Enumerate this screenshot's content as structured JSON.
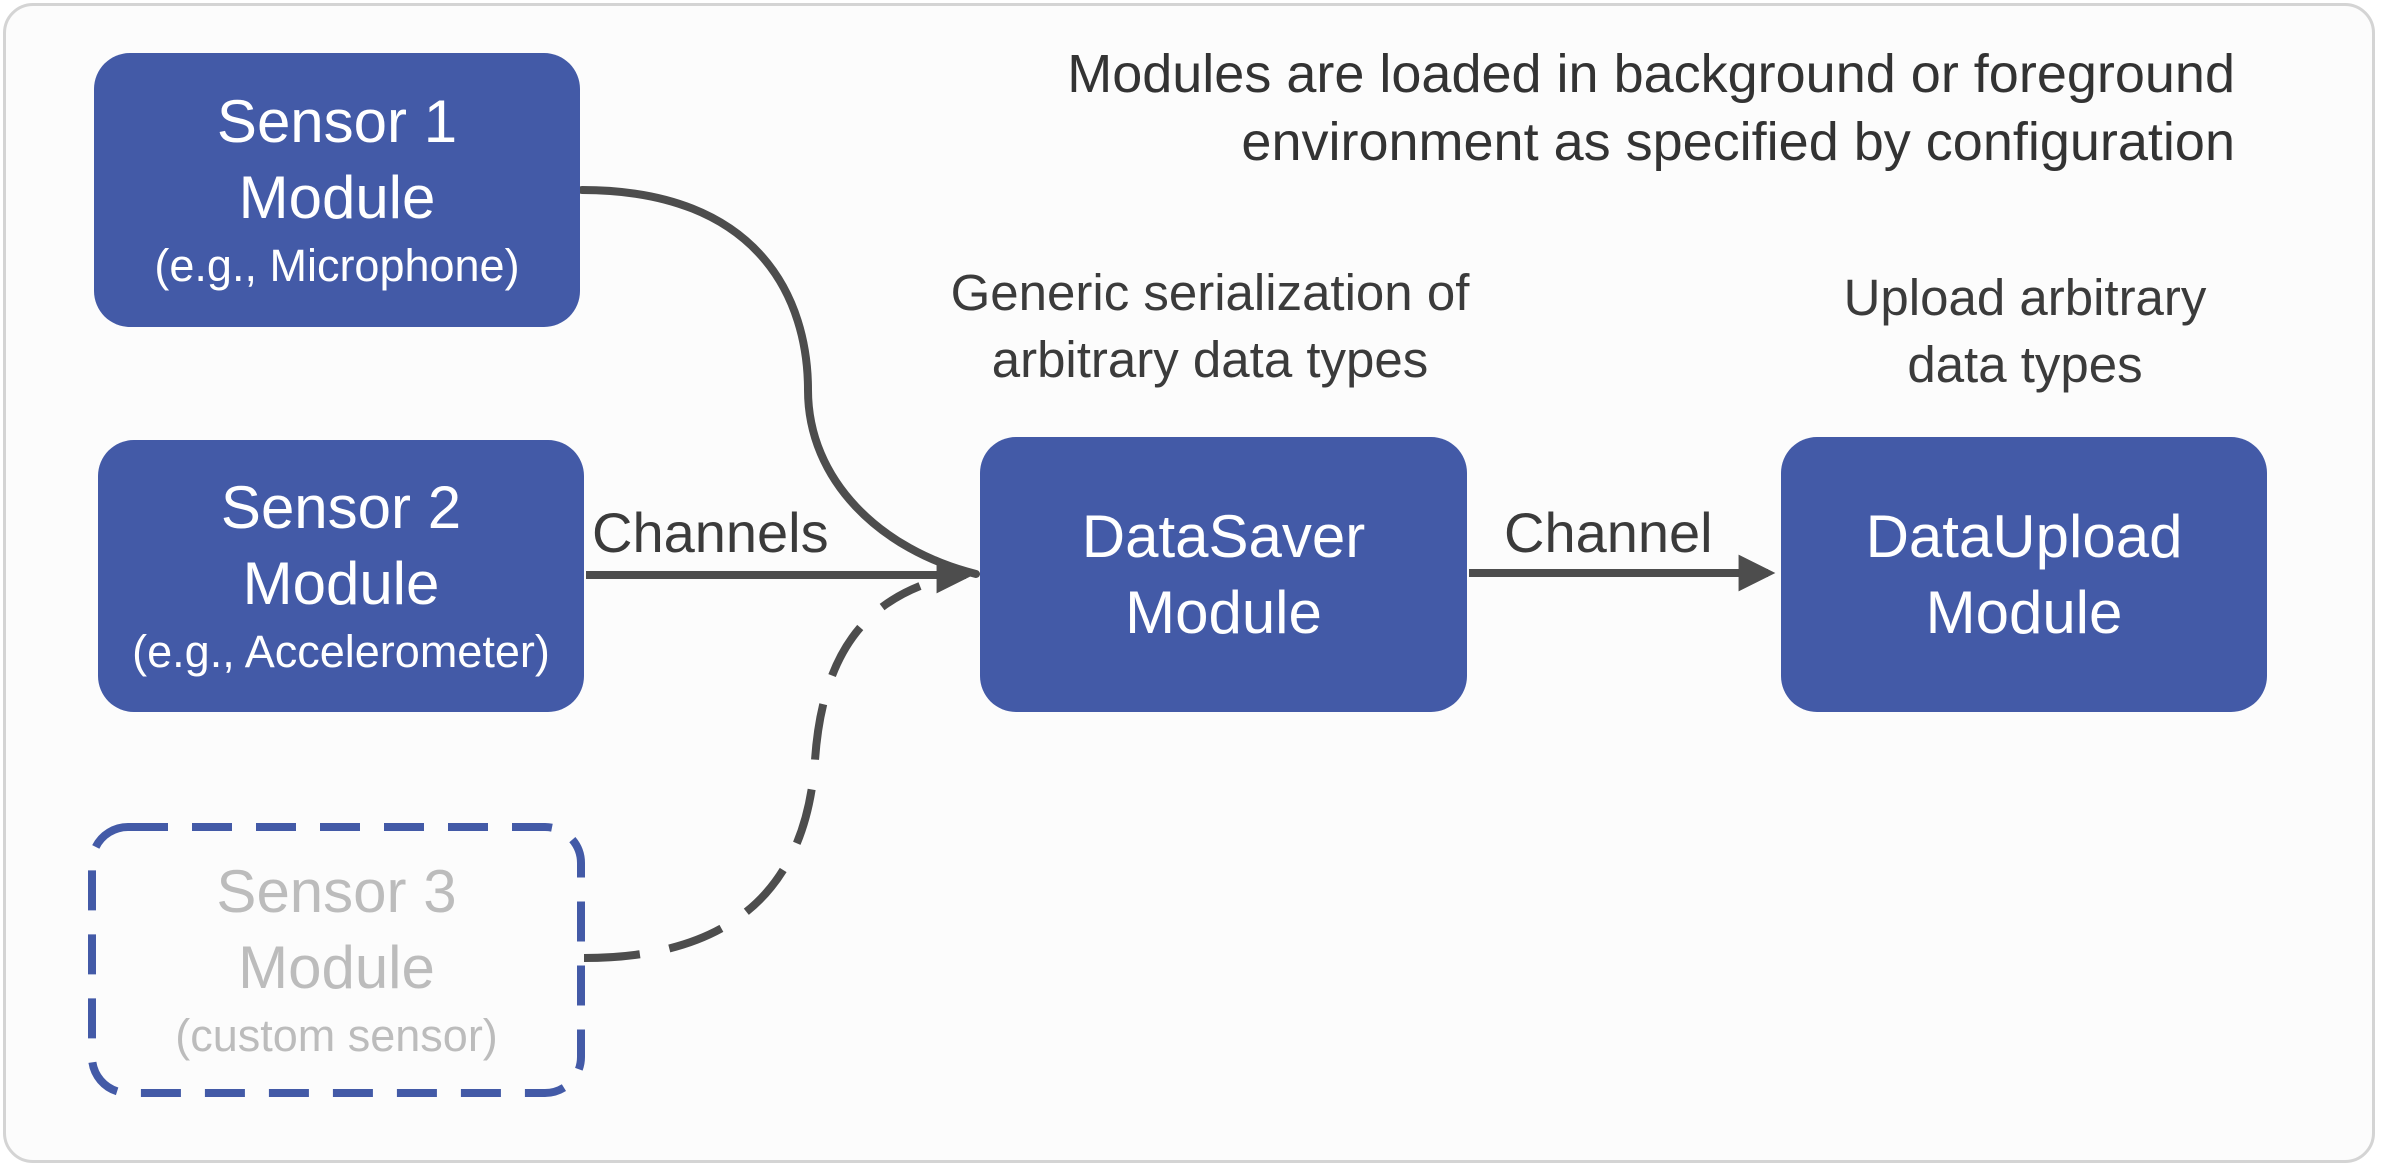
{
  "colors": {
    "module_fill": "#435aa7",
    "inactive_text": "#bcbcbc",
    "arrow": "#4d4d4d",
    "frame_border": "#d4d4d4"
  },
  "annotations": {
    "top_note": [
      "Modules are loaded in background or foreground",
      "environment as specified by configuration"
    ],
    "datasaver_note": [
      "Generic serialization of",
      "arbitrary data types"
    ],
    "dataupload_note": [
      "Upload arbitrary",
      "data types"
    ]
  },
  "modules": {
    "sensor1": {
      "title": "Sensor 1",
      "subtitle": "Module",
      "detail": "(e.g., Microphone)"
    },
    "sensor2": {
      "title": "Sensor 2",
      "subtitle": "Module",
      "detail": "(e.g., Accelerometer)"
    },
    "sensor3": {
      "title": "Sensor 3",
      "subtitle": "Module",
      "detail": "(custom sensor)",
      "style": "dashed-optional"
    },
    "datasaver": {
      "title": "DataSaver",
      "subtitle": "Module"
    },
    "dataupload": {
      "title": "DataUpload",
      "subtitle": "Module"
    }
  },
  "edges": {
    "channels_label": "Channels",
    "channel_label": "Channel"
  }
}
